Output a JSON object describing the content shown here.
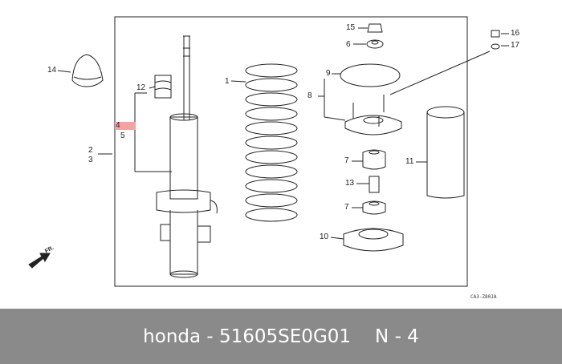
{
  "diagram": {
    "callouts": {
      "c1": "1",
      "c2": "2",
      "c3": "3",
      "c4": "4",
      "c5": "5",
      "c6": "6",
      "c7a": "7",
      "c7b": "7",
      "c8": "8",
      "c9": "9",
      "c10": "10",
      "c11": "11",
      "c12": "12",
      "c13": "13",
      "c14": "14",
      "c15": "15",
      "c16": "16",
      "c17": "17"
    },
    "direction_label": "FR.",
    "drawing_code": "CA3-Z80JA"
  },
  "footer": {
    "part_text": "honda - 51605SE0G01",
    "position_text": "N - 4"
  }
}
